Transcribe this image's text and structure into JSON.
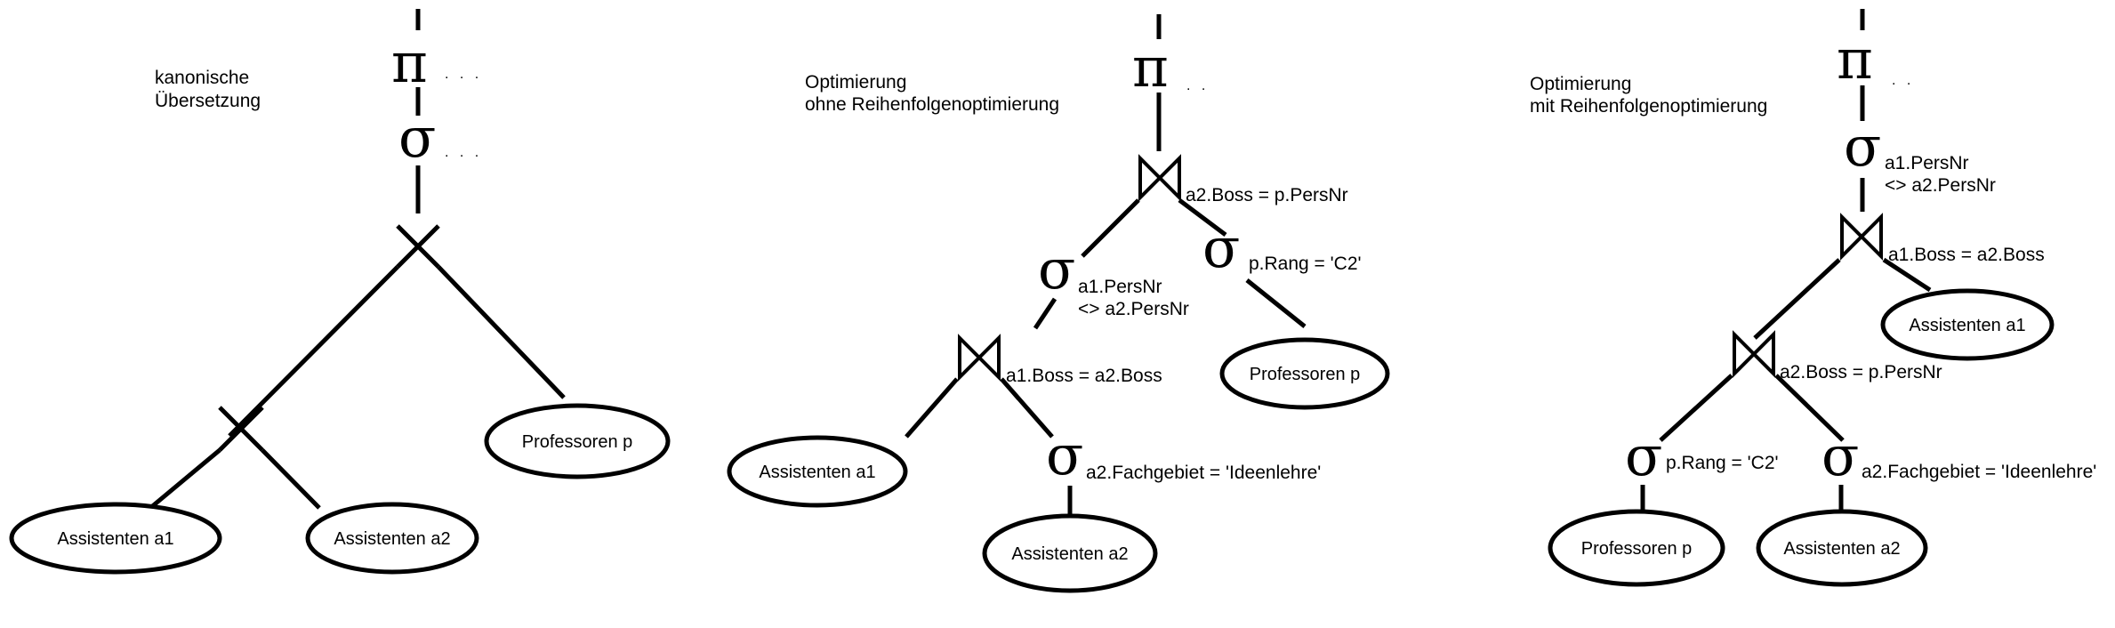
{
  "trees": [
    {
      "caption": [
        "kanonische",
        "Übersetzung"
      ],
      "projection": {
        "symbol": "π",
        "dots": ". . ."
      },
      "selection": {
        "symbol": "σ",
        "dots": ". . ."
      },
      "cross_top": {
        "symbol": "×"
      },
      "cross_bottom": {
        "symbol": "×"
      },
      "relations": {
        "a1": "Assistenten a1",
        "a2": "Assistenten a2",
        "p": "Professoren p"
      }
    },
    {
      "caption": [
        "Optimierung",
        "ohne Reihenfolgenoptimierung"
      ],
      "projection": {
        "symbol": "π",
        "dots": ". ."
      },
      "join_top": {
        "condition": "a2.Boss = p.PersNr"
      },
      "select_pers": {
        "symbol": "σ",
        "condition": [
          "a1.PersNr",
          "<> a2.PersNr"
        ]
      },
      "select_rang": {
        "symbol": "σ",
        "condition": "p.Rang = 'C2'"
      },
      "join_bottom": {
        "condition": "a1.Boss = a2.Boss"
      },
      "select_fach": {
        "symbol": "σ",
        "condition": "a2.Fachgebiet = 'Ideenlehre'"
      },
      "relations": {
        "p": "Professoren p",
        "a1": "Assistenten a1",
        "a2": "Assistenten a2"
      }
    },
    {
      "caption": [
        "Optimierung",
        "mit Reihenfolgenoptimierung"
      ],
      "projection": {
        "symbol": "π",
        "dots": ". ."
      },
      "select_pers": {
        "symbol": "σ",
        "condition": [
          "a1.PersNr",
          "<> a2.PersNr"
        ]
      },
      "join_top": {
        "condition": "a1.Boss = a2.Boss"
      },
      "join_bottom": {
        "condition": "a2.Boss = p.PersNr"
      },
      "select_rang": {
        "symbol": "σ",
        "condition": "p.Rang = 'C2'"
      },
      "select_fach": {
        "symbol": "σ",
        "condition": "a2.Fachgebiet = 'Ideenlehre'"
      },
      "relations": {
        "a1": "Assistenten a1",
        "p": "Professoren p",
        "a2": "Assistenten a2"
      }
    }
  ]
}
